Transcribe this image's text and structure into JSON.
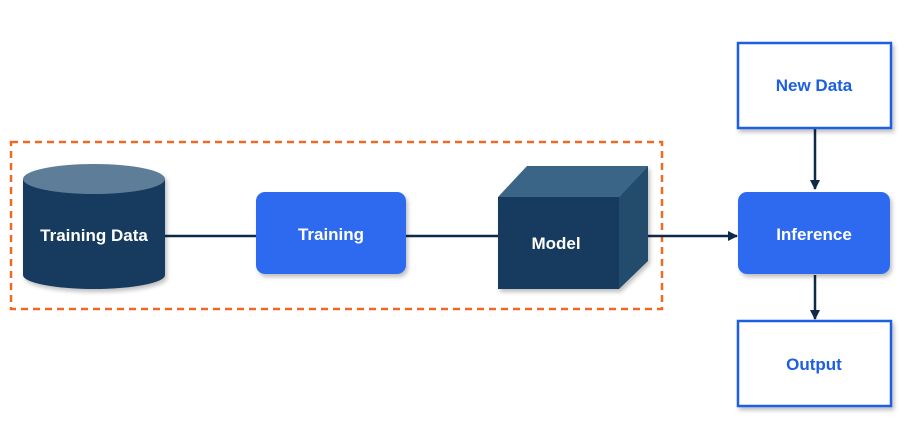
{
  "nodes": {
    "training_data": {
      "label": "Training Data"
    },
    "training": {
      "label": "Training"
    },
    "model": {
      "label": "Model"
    },
    "new_data": {
      "label": "New Data"
    },
    "inference": {
      "label": "Inference"
    },
    "output": {
      "label": "Output"
    }
  },
  "edges": [
    {
      "from": "training_data",
      "to": "training",
      "arrow": false
    },
    {
      "from": "training",
      "to": "model",
      "arrow": false
    },
    {
      "from": "model",
      "to": "inference",
      "arrow": true
    },
    {
      "from": "new_data",
      "to": "inference",
      "arrow": true
    },
    {
      "from": "inference",
      "to": "output",
      "arrow": true
    }
  ],
  "colors": {
    "dark_navy": "#123a5e",
    "cylinder_top": "#5d7d99",
    "cube_top": "#3a6586",
    "cube_side": "#244b6c",
    "blue_box": "#2f6bf0",
    "outline_blue": "#1f5fe0",
    "dashed_orange": "#ee6a22",
    "connector": "#0f2a48"
  },
  "group": {
    "style": "dashed",
    "contains": [
      "training_data",
      "training",
      "model"
    ]
  }
}
